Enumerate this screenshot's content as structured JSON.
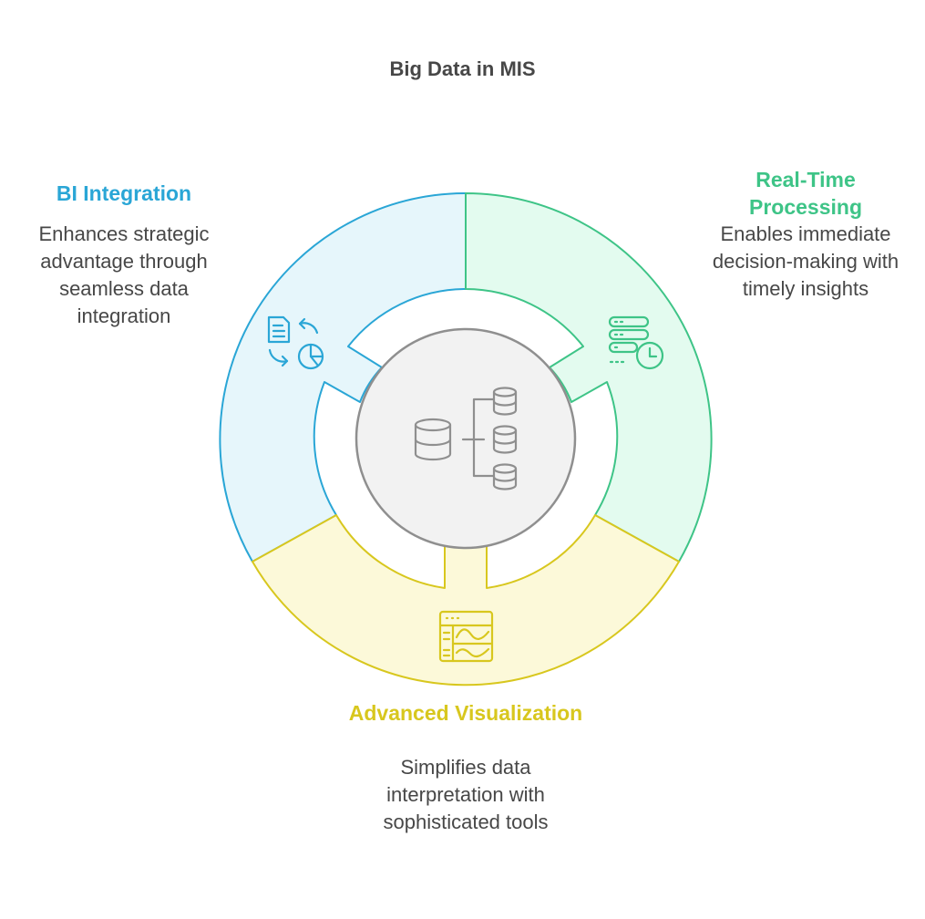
{
  "title": "Big Data in MIS",
  "colors": {
    "bi": "#2aa6d6",
    "bi_fill": "#e6f6fb",
    "realtime": "#3ec487",
    "realtime_fill": "#e3fbef",
    "visualization": "#d8c71e",
    "visualization_fill": "#fcf9d9",
    "center_fill": "#f2f2f2",
    "center_stroke": "#8f8f8f",
    "text": "#474747"
  },
  "segments": {
    "bi": {
      "title": "BI Integration",
      "description": "Enhances strategic advantage through seamless data integration",
      "icon": "report-chart-sync-icon"
    },
    "realtime": {
      "title": "Real-Time Processing",
      "description": "Enables immediate decision-making with timely insights",
      "icon": "server-clock-icon"
    },
    "visualization": {
      "title": "Advanced Visualization",
      "description": "Simplifies data interpretation with sophisticated tools",
      "icon": "dashboard-waves-icon"
    }
  },
  "center": {
    "icon": "database-hierarchy-icon"
  }
}
